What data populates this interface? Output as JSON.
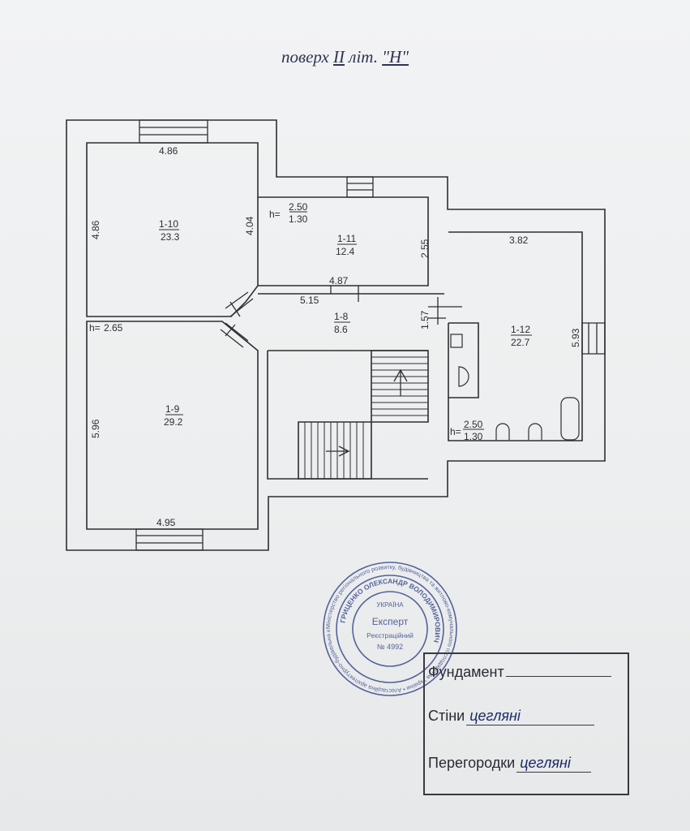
{
  "title": {
    "prefix": "поверх",
    "floor": "II",
    "lit_label": "літ.",
    "letter": "\"Н\""
  },
  "rooms": [
    {
      "id": "1-10",
      "area": "23.3"
    },
    {
      "id": "1-11",
      "area": "12.4"
    },
    {
      "id": "1-8",
      "area": "8.6"
    },
    {
      "id": "1-9",
      "area": "29.2"
    },
    {
      "id": "1-12",
      "area": "22.7"
    }
  ],
  "dimensions": {
    "r10_top": "4.86",
    "r10_left": "4.86",
    "r10_right": "4.04",
    "r11_right": "2.55",
    "r11_bottom": "4.87",
    "r8_top": "5.15",
    "r8_right": "1.57",
    "r12_top": "3.82",
    "r12_right": "5.93",
    "r9_left": "5.96",
    "r9_bottom": "4.95"
  },
  "heights": [
    {
      "prefix": "h=",
      "upper": "2.50",
      "lower": "1.30"
    },
    {
      "prefix": "h=",
      "value": "2.65"
    },
    {
      "prefix": "h=",
      "upper": "2.50",
      "lower": "1.30"
    }
  ],
  "stamp": {
    "country": "УКРАЇНА",
    "role": "Експерт",
    "reg_label": "Реєстраційний",
    "reg_number": "№ 4992",
    "name": "ГРИЦЕНКО ОЛЕКСАНДР ВОЛОДИМИРОВИЧ",
    "ring_text": "Міністерство регіонального розвитку, будівництва та житлово-комунального господарства України • Атестаційна архітектурно-будівельна комісія • Кваліфікаційний сертифікат АЕ"
  },
  "legend": {
    "foundation_label": "Фундамент",
    "foundation_value": "",
    "walls_label": "Стіни",
    "walls_value": "цегляні",
    "partitions_label": "Перегородки",
    "partitions_value": "цегляні"
  },
  "colors": {
    "ink": "#2a2a30",
    "stamp": "#3b4a8c",
    "handwriting": "#1c2a66"
  }
}
